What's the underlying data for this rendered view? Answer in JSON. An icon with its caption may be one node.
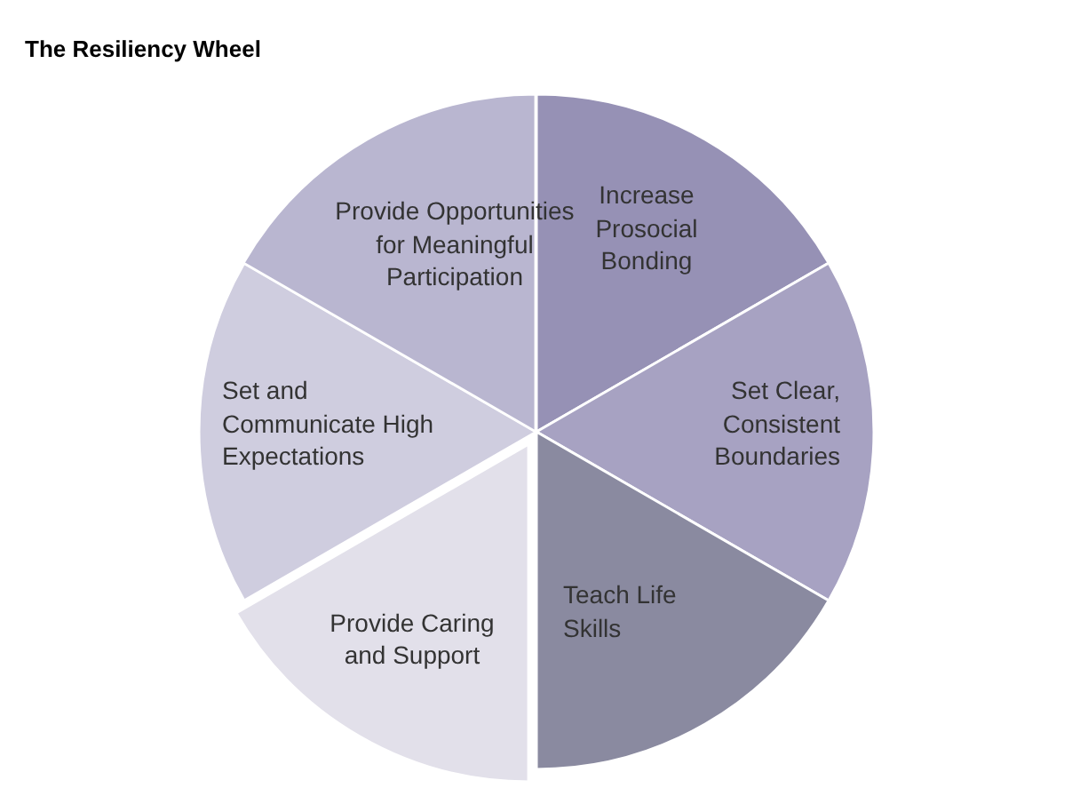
{
  "diagram": {
    "title": "The Resiliency Wheel",
    "nodes": [
      {
        "text": [
          "Increase Prosocial Bonding"
        ]
      },
      {
        "text": [
          "Set Clear, Consistent Boundaries"
        ]
      },
      {
        "text": [
          "Teach Life Skills"
        ]
      },
      {
        "text": [
          "Provide Caring and Support"
        ]
      },
      {
        "text": [
          "Set and Communicate High Expectations"
        ]
      },
      {
        "text": [
          "Provide Opportunities for Meaningful Participation"
        ]
      }
    ]
  }
}
